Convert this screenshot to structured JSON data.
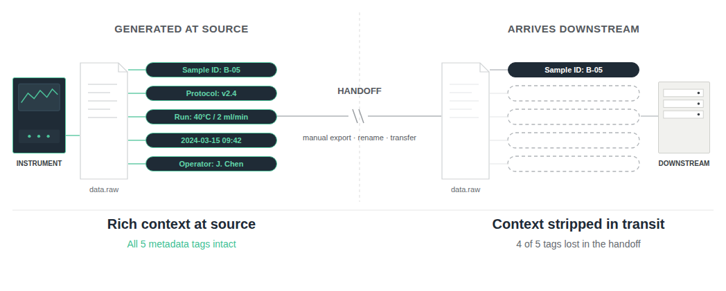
{
  "diagram": {
    "nodes": [
      {
        "text": [
          "INSTRUMENT"
        ]
      },
      {
        "text": [
          "data.raw"
        ]
      },
      {
        "text": [
          "Sample ID: B-05"
        ]
      },
      {
        "text": [
          "Protocol: v2.4"
        ]
      },
      {
        "text": [
          "Run: 40°C / 2 ml/min"
        ]
      },
      {
        "text": [
          "2024-03-15 09:42"
        ]
      },
      {
        "text": [
          "Operator: J. Chen"
        ]
      },
      {
        "text": [
          "data.raw"
        ]
      },
      {
        "text": [
          "Sample ID: B-05"
        ]
      },
      {
        "text": [
          "DOWNSTREAM"
        ]
      }
    ],
    "edges": [
      {
        "from": 0,
        "to": 1,
        "arrow": "none"
      },
      {
        "from": 1,
        "to": 2,
        "arrow": "none"
      },
      {
        "from": 1,
        "to": 3,
        "arrow": "none"
      },
      {
        "from": 1,
        "to": 4,
        "arrow": "none"
      },
      {
        "from": 1,
        "to": 5,
        "arrow": "none"
      },
      {
        "from": 1,
        "to": 6,
        "arrow": "none"
      },
      {
        "from": 4,
        "to": 7,
        "arrow": "none"
      },
      {
        "from": 7,
        "to": 8,
        "arrow": "none"
      }
    ],
    "labels": [
      "GENERATED AT SOURCE",
      "ARRIVES DOWNSTREAM",
      "HANDOFF",
      "manual export · rename · transfer",
      "Rich context at source",
      "All 5 metadata tags intact",
      "Context stripped in transit",
      "4 of 5 tags lost in the handoff"
    ]
  }
}
